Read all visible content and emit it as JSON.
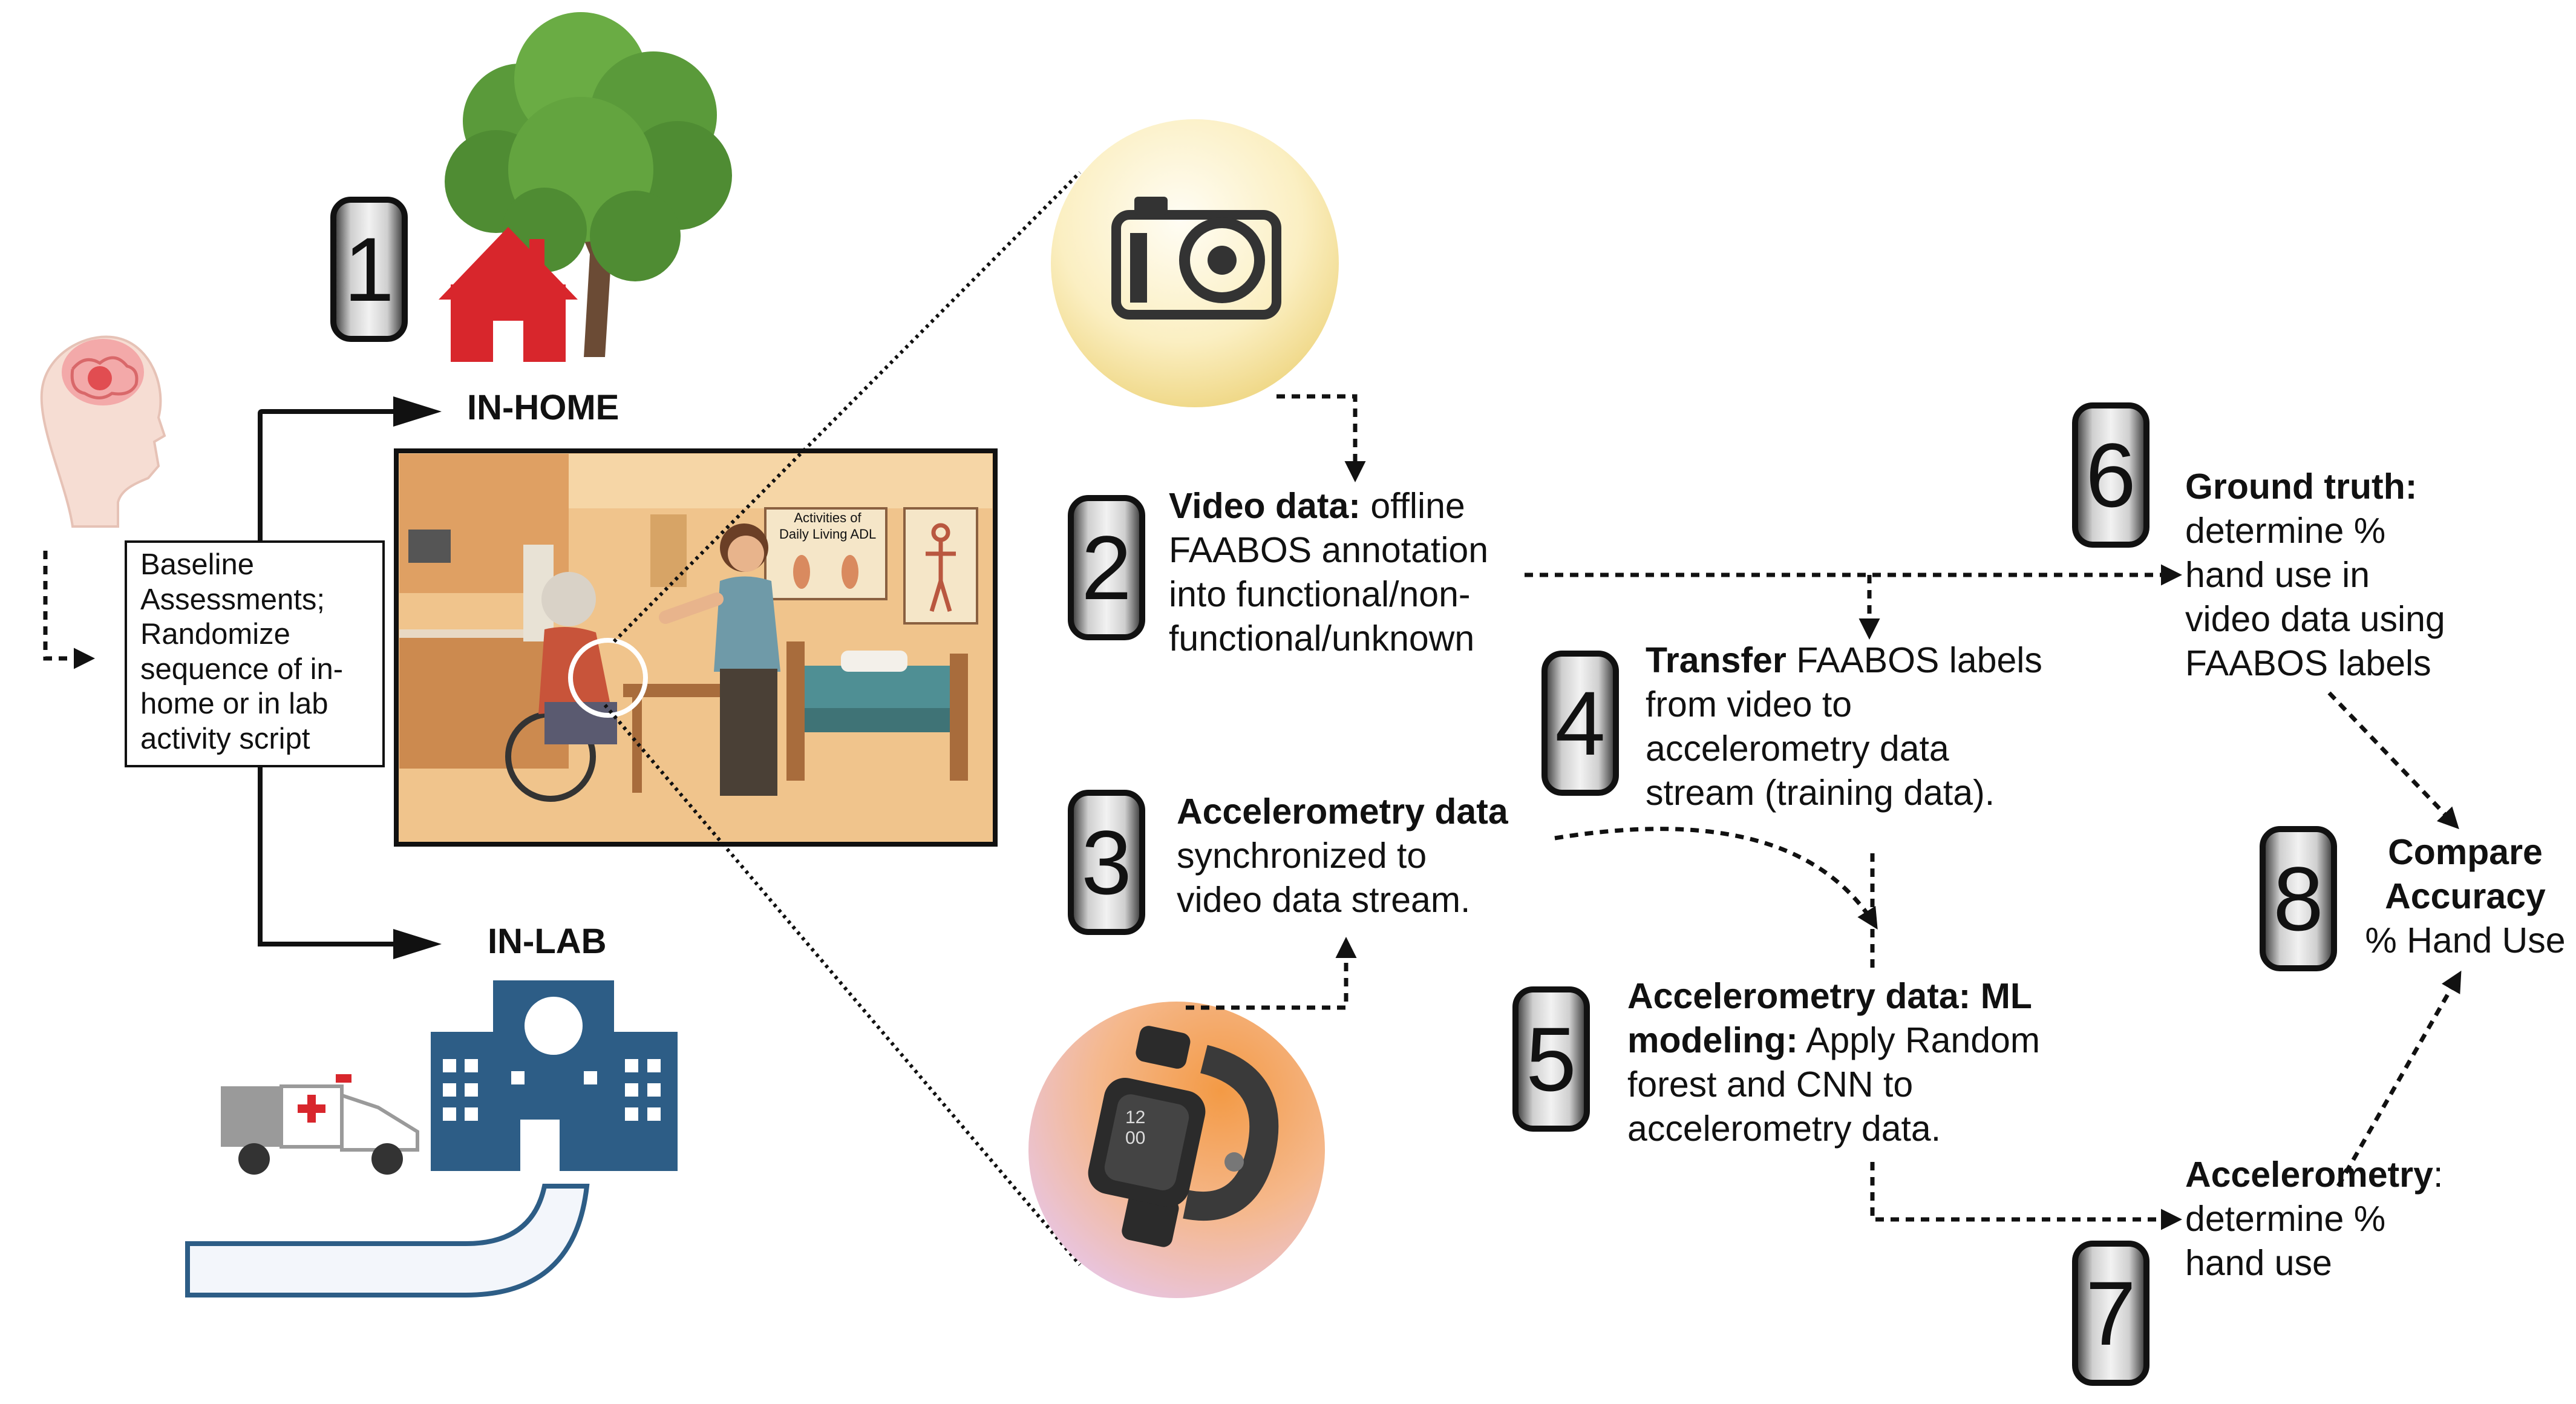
{
  "steps": {
    "s1": "1",
    "s2": "2",
    "s3": "3",
    "s4": "4",
    "s5": "5",
    "s6": "6",
    "s7": "7",
    "s8": "8"
  },
  "labels": {
    "in_home": "IN-HOME",
    "in_lab": "IN-LAB"
  },
  "baseline": {
    "lines": [
      "Baseline",
      "Assessments;",
      "Randomize",
      "sequence of in-",
      "home or in lab",
      "activity script"
    ]
  },
  "poster": {
    "line1": "Activities of",
    "line2": "Daily Living ADL"
  },
  "watch": {
    "time_top": "12",
    "time_bottom": "00"
  },
  "video": {
    "bold": "Video data:",
    "line1_rest": " offline",
    "line2": "FAABOS annotation",
    "line3": "into functional/non-",
    "line4": "functional/unknown"
  },
  "accel_sync": {
    "bold": "Accelerometry data",
    "line2": "synchronized to",
    "line3": "video data stream."
  },
  "transfer": {
    "bold": "Transfer",
    "line1_rest": " FAABOS labels",
    "line2": "from video to",
    "line3": "accelerometry data",
    "line4": "stream (training data)."
  },
  "ml": {
    "line1_bold": "Accelerometry data: ML",
    "line2_bold": "modeling:",
    "line2_rest": " Apply Random",
    "line3": "forest and CNN to",
    "line4": "accelerometry data."
  },
  "ground_truth": {
    "bold": "Ground truth:",
    "line2": "determine %",
    "line3": "hand use in",
    "line4": "video data using",
    "line5": "FAABOS labels"
  },
  "accel_result": {
    "bold": "Accelerometry",
    "colon": ":",
    "line2": "determine %",
    "line3": "hand use"
  },
  "compare": {
    "line1": "Compare",
    "line2": "Accuracy",
    "line3": "% Hand Use"
  },
  "colors": {
    "house": "#d8262c",
    "hospital": "#2d5d86",
    "room_bg": "#f0c48c",
    "camera_bg": "#fbefc2",
    "watch_bg": "#f2a35c"
  }
}
